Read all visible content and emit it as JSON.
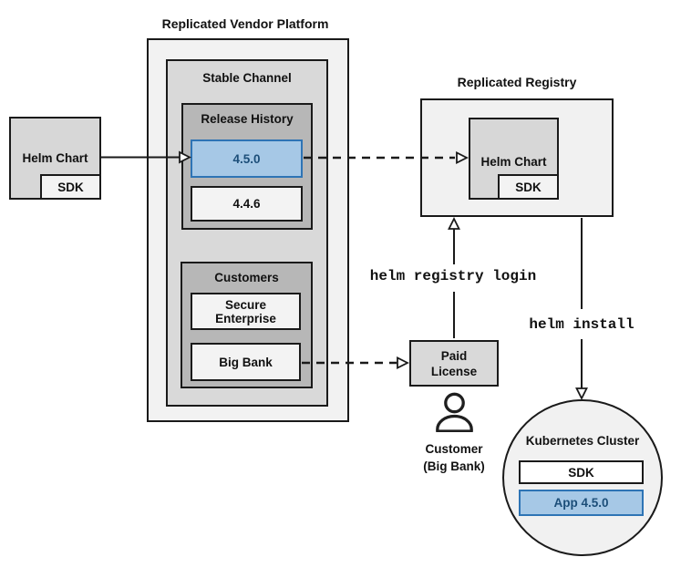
{
  "colors": {
    "highlight_fill": "#a6c8e6",
    "highlight_border": "#2e74b5",
    "highlight_text": "#1c4e79",
    "panel_light": "#f2f2f2",
    "panel_medium": "#d9d9d9",
    "panel_dark": "#b7b7b7"
  },
  "platform": {
    "title": "Replicated Vendor Platform",
    "stable_channel": {
      "title": "Stable Channel",
      "release_history": {
        "title": "Release History",
        "releases": [
          {
            "version": "4.5.0",
            "highlighted": true
          },
          {
            "version": "4.4.6",
            "highlighted": false
          }
        ]
      },
      "customers": {
        "title": "Customers",
        "items": [
          {
            "name": "Secure\nEnterprise"
          },
          {
            "name": "Big Bank"
          }
        ]
      }
    }
  },
  "source_chart": {
    "label": "Helm Chart",
    "sdk": "SDK"
  },
  "registry": {
    "title": "Replicated Registry",
    "chart_label": "Helm Chart",
    "sdk": "SDK"
  },
  "paid_license": {
    "label": "Paid\nLicense"
  },
  "customer": {
    "label": "Customer\n(Big Bank)"
  },
  "commands": {
    "registry_login": "helm registry login",
    "install": "helm install"
  },
  "cluster": {
    "title": "Kubernetes Cluster",
    "sdk": "SDK",
    "app": "App 4.5.0"
  }
}
